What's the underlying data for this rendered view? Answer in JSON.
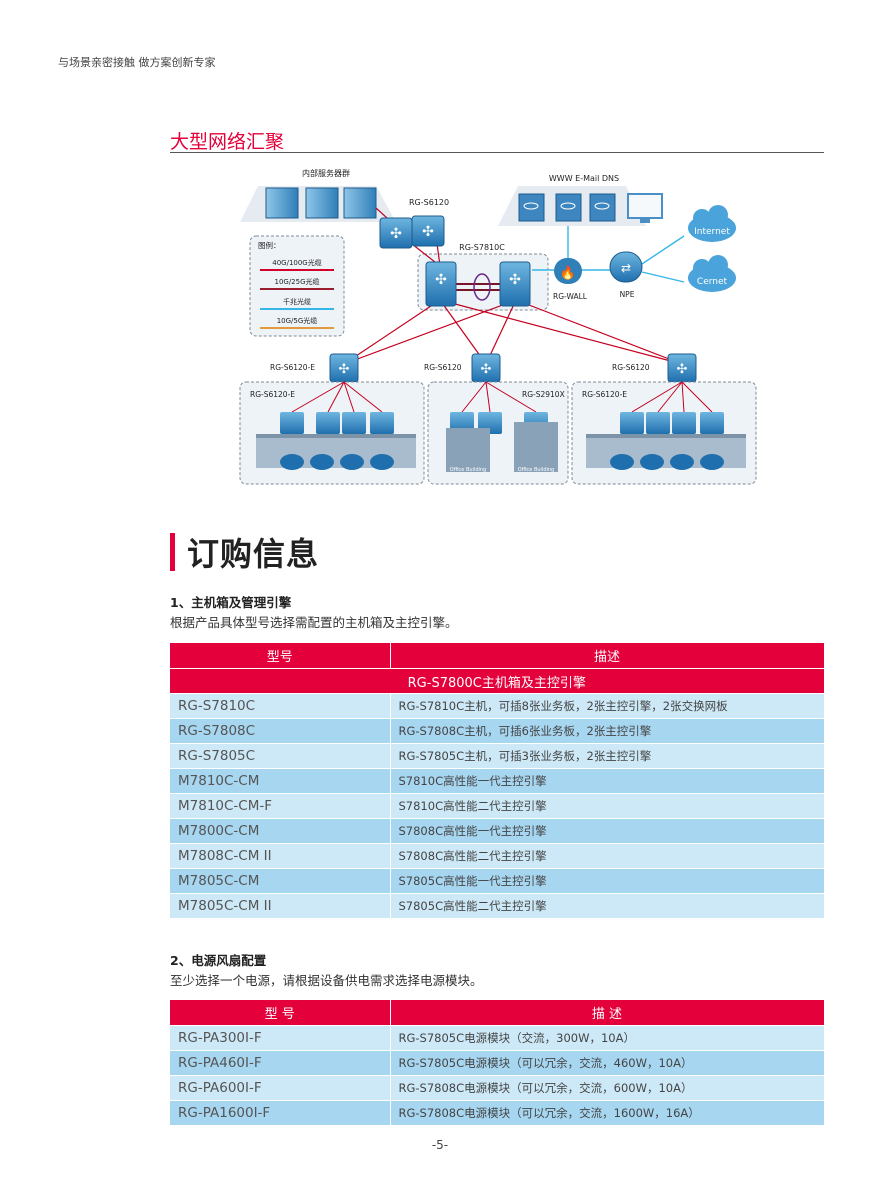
{
  "header": {
    "tagline": "与场景亲密接触  做方案创新专家"
  },
  "section": {
    "title": "大型网络汇聚"
  },
  "diagram": {
    "server_group": "内部服务器群",
    "dc_services": "WWW  E-Mail  DNS",
    "legend": {
      "title": "图例：",
      "items": [
        "40G/100G光缆",
        "10G/25G光缆",
        "千兆光缆",
        "10G/5G光缆"
      ],
      "colors": [
        "#d2002a",
        "#9a1d2e",
        "#35b6e6",
        "#e39a3d"
      ]
    },
    "labels": {
      "core_top": "RG-S6120",
      "core": "RG-S7810C",
      "wall": "RG-WALL",
      "npe": "NPE",
      "internet": "Internet",
      "cernet": "Cernet",
      "agg_left": "RG-S6120-E",
      "agg_mid": "RG-S6120",
      "agg_right": "RG-S6120",
      "acc_left": "RG-S6120-E",
      "acc_mid": "RG-S2910X",
      "acc_right": "RG-S6120-E",
      "office1": "Office Building",
      "office2": "Office Building"
    }
  },
  "ordering": {
    "title": "订购信息",
    "part1": {
      "heading": "1、主机箱及管理引擎",
      "desc": "根据产品具体型号选择需配置的主机箱及主控引擎。",
      "col_model": "型号",
      "col_desc": "描述",
      "group": "RG-S7800C主机箱及主控引擎",
      "rows": [
        {
          "model": "RG-S7810C",
          "desc": "RG-S7810C主机，可插8张业务板，2张主控引擎，2张交换网板"
        },
        {
          "model": "RG-S7808C",
          "desc": "RG-S7808C主机，可插6张业务板，2张主控引擎"
        },
        {
          "model": "RG-S7805C",
          "desc": "RG-S7805C主机，可插3张业务板，2张主控引擎"
        },
        {
          "model": "M7810C-CM",
          "desc": "S7810C高性能一代主控引擎"
        },
        {
          "model": "M7810C-CM-F",
          "desc": "S7810C高性能二代主控引擎"
        },
        {
          "model": "M7800C-CM",
          "desc": "S7808C高性能一代主控引擎"
        },
        {
          "model": "M7808C-CM II",
          "desc": "S7808C高性能二代主控引擎"
        },
        {
          "model": "M7805C-CM",
          "desc": "S7805C高性能一代主控引擎"
        },
        {
          "model": "M7805C-CM II",
          "desc": "S7805C高性能二代主控引擎"
        }
      ]
    },
    "part2": {
      "heading": "2、电源风扇配置",
      "desc": "至少选择一个电源，请根据设备供电需求选择电源模块。",
      "col_model": "型  号",
      "col_desc": "描  述",
      "rows": [
        {
          "model": "RG-PA300I-F",
          "desc": "RG-S7805C电源模块（交流，300W，10A）"
        },
        {
          "model": "RG-PA460I-F",
          "desc": "RG-S7805C电源模块（可以冗余，交流，460W，10A）"
        },
        {
          "model": "RG-PA600I-F",
          "desc": "RG-S7808C电源模块（可以冗余，交流，600W，10A）"
        },
        {
          "model": "RG-PA1600I-F",
          "desc": "RG-S7808C电源模块（可以冗余，交流，1600W，16A）"
        }
      ]
    }
  },
  "footer": {
    "page": "-5-"
  }
}
